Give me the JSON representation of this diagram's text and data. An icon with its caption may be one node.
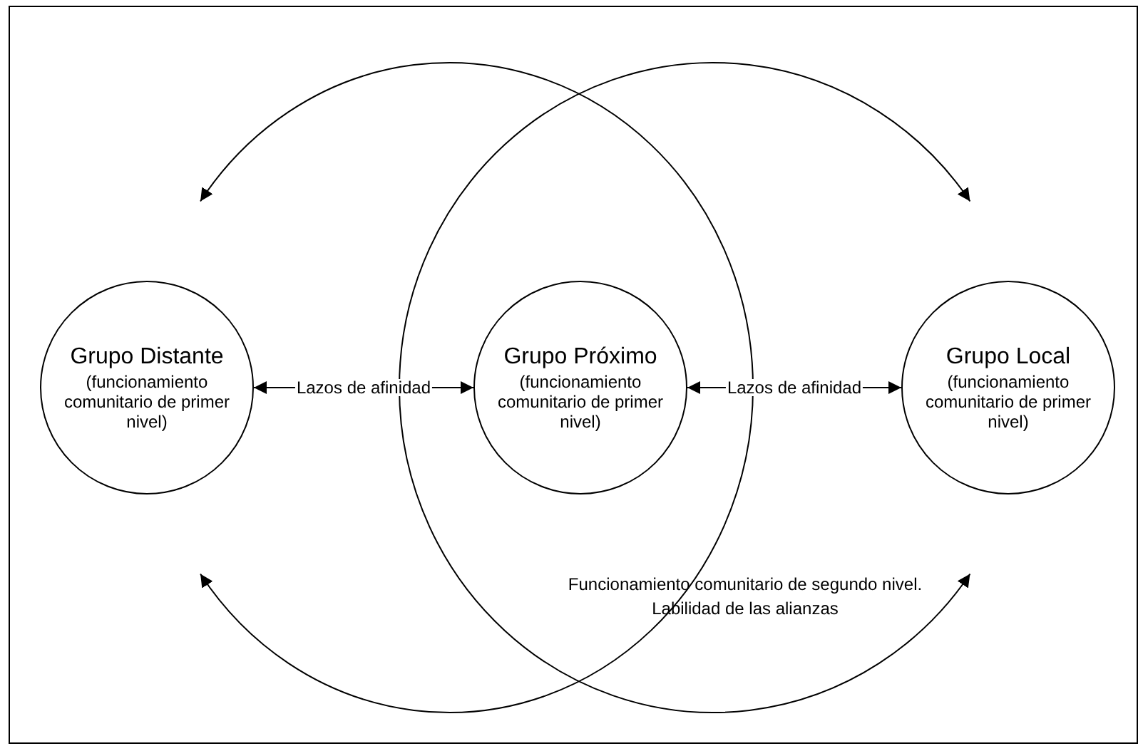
{
  "diagram": {
    "nodes": [
      {
        "text": [
          "Grupo Distante",
          "(funcionamiento comunitario de primer nivel)"
        ]
      },
      {
        "text": [
          "Grupo Próximo",
          "(funcionamiento comunitario de primer nivel)"
        ]
      },
      {
        "text": [
          "Grupo Local",
          "(funcionamiento comunitario de primer nivel)"
        ]
      }
    ],
    "edges": [
      {
        "from": 0,
        "to": 1,
        "label": "Lazos de afinidad",
        "arrow": "both"
      },
      {
        "from": 1,
        "to": 2,
        "label": "Lazos de afinidad",
        "arrow": "both"
      },
      {
        "from": 0,
        "to": 0,
        "arrow": "both"
      },
      {
        "from": 2,
        "to": 2,
        "arrow": "both"
      }
    ],
    "labels": [
      "Funcionamiento comunitario de segundo nivel.  Labilidad de las alianzas"
    ]
  }
}
